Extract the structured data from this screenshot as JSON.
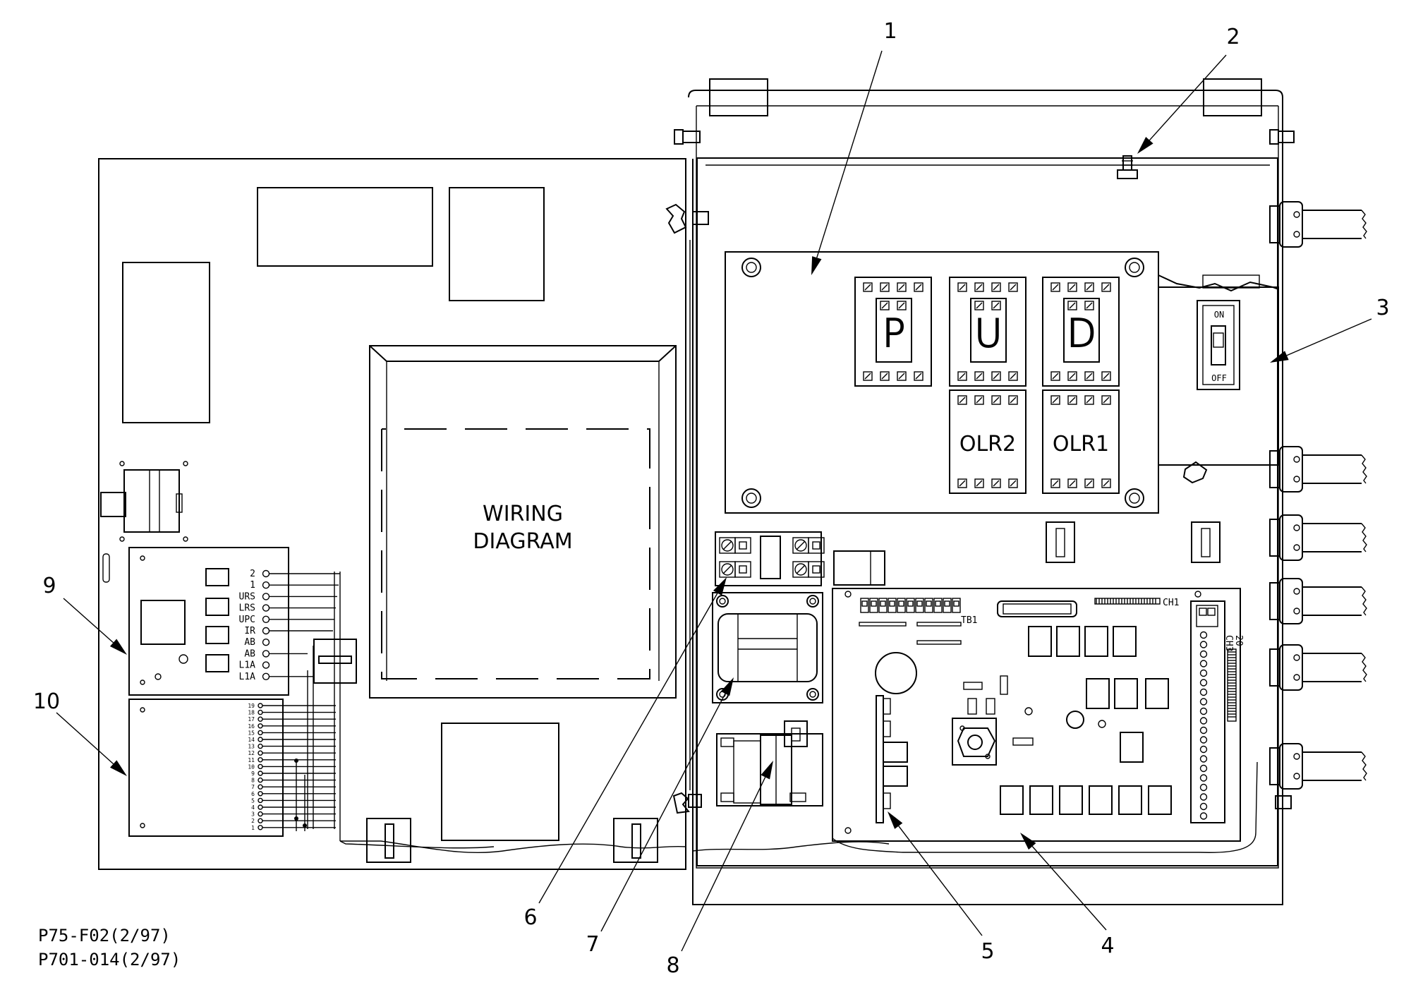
{
  "diagram": {
    "wiring_label_line1": "WIRING",
    "wiring_label_line2": "DIAGRAM",
    "relays": [
      {
        "id": "relay-p",
        "label": "P"
      },
      {
        "id": "relay-u",
        "label": "U"
      },
      {
        "id": "relay-d",
        "label": "D"
      },
      {
        "id": "relay-olr2",
        "label": "OLR2"
      },
      {
        "id": "relay-olr1",
        "label": "OLR1"
      }
    ],
    "breaker": {
      "on": "ON",
      "off": "OFF"
    },
    "board_labels": {
      "tb1": "TB1",
      "ch1": "CH1",
      "ch3": "CH3",
      "num20": "20"
    },
    "terminal_block_9": [
      "2",
      "1",
      "URS",
      "LRS",
      "UPC",
      "IR",
      "AB",
      "AB",
      "L1A",
      "L1A"
    ],
    "terminal_block_10": [
      "19",
      "18",
      "17",
      "16",
      "15",
      "14",
      "13",
      "12",
      "11",
      "10",
      "9",
      "8",
      "7",
      "6",
      "5",
      "4",
      "3",
      "2",
      "1"
    ],
    "callouts": [
      "1",
      "2",
      "3",
      "4",
      "5",
      "6",
      "7",
      "8",
      "9",
      "10"
    ],
    "part_numbers": [
      "P75-F02(2/97)",
      "P701-014(2/97)"
    ]
  }
}
